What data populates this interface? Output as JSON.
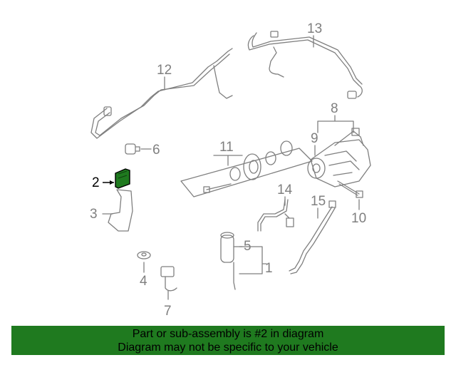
{
  "diagram": {
    "callouts": {
      "c1": "1",
      "c2": "2",
      "c3": "3",
      "c4": "4",
      "c5": "5",
      "c6": "6",
      "c7": "7",
      "c8": "8",
      "c9": "9",
      "c10": "10",
      "c11": "11",
      "c12": "12",
      "c13": "13",
      "c14": "14",
      "c15": "15"
    },
    "highlighted_part": "2",
    "colors": {
      "highlight": "#1f7a1f",
      "line": "#7f7f7f",
      "banner": "#1f7a1f"
    }
  },
  "banner": {
    "line1": "Part or sub-assembly is #2 in diagram",
    "line2": "Diagram may not be specific to your vehicle"
  }
}
